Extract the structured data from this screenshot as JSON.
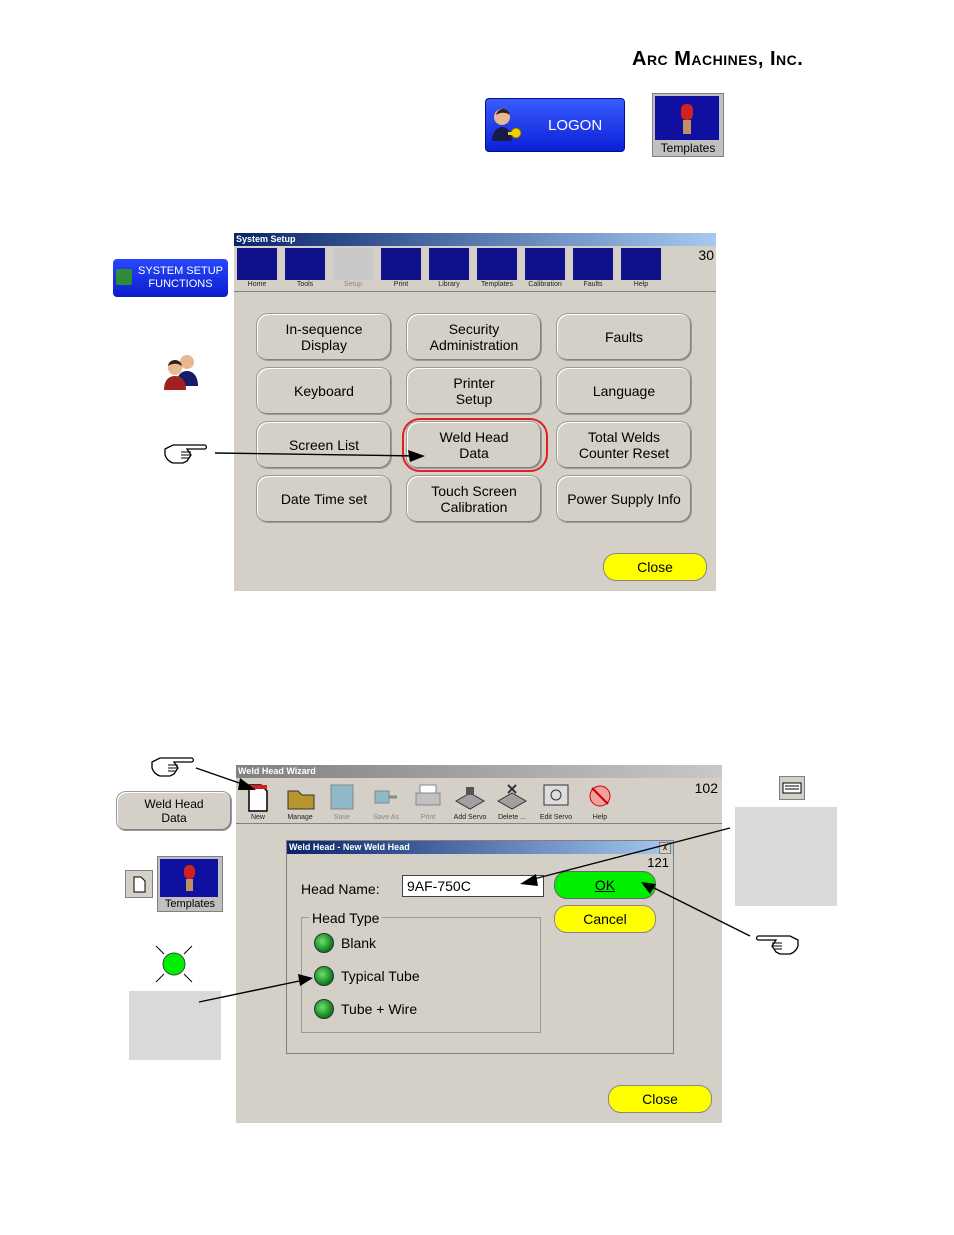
{
  "header": {
    "company": "Arc Machines, Inc."
  },
  "logon": {
    "label": "LOGON"
  },
  "templates_icon": {
    "label": "Templates"
  },
  "system_setup": {
    "title": "System Setup",
    "screen_number": "30",
    "side_button": "SYSTEM SETUP\nFUNCTIONS",
    "toolbar": [
      "Home",
      "Tools",
      "Setup",
      "Print",
      "Library",
      "Templates",
      "Calibration",
      "Faults",
      "Help"
    ],
    "buttons": [
      "In-sequence\nDisplay",
      "Security\nAdministration",
      "Faults",
      "Keyboard",
      "Printer\nSetup",
      "Language",
      "Screen List",
      "Weld Head\nData",
      "Total Welds\nCounter Reset",
      "Date Time set",
      "Touch Screen\nCalibration",
      "Power Supply Info"
    ],
    "close": "Close"
  },
  "wizard": {
    "title": "Weld Head Wizard",
    "screen_number": "102",
    "side_button": "Weld Head\nData",
    "templates_label": "Templates",
    "toolbar": [
      "New",
      "Manage",
      "Save",
      "Save As",
      "Print",
      "Add Servo",
      "Delete ...",
      "Edit Servo",
      "Help"
    ],
    "close": "Close",
    "dialog": {
      "title": "Weld Head - New Weld Head",
      "close_x": "x",
      "screen_number": "121",
      "head_name_label": "Head Name:",
      "head_name_value": "9AF-750C",
      "ok": "OK",
      "cancel": "Cancel",
      "head_type_label": "Head Type",
      "options": [
        "Blank",
        "Typical Tube",
        "Tube + Wire"
      ]
    }
  }
}
